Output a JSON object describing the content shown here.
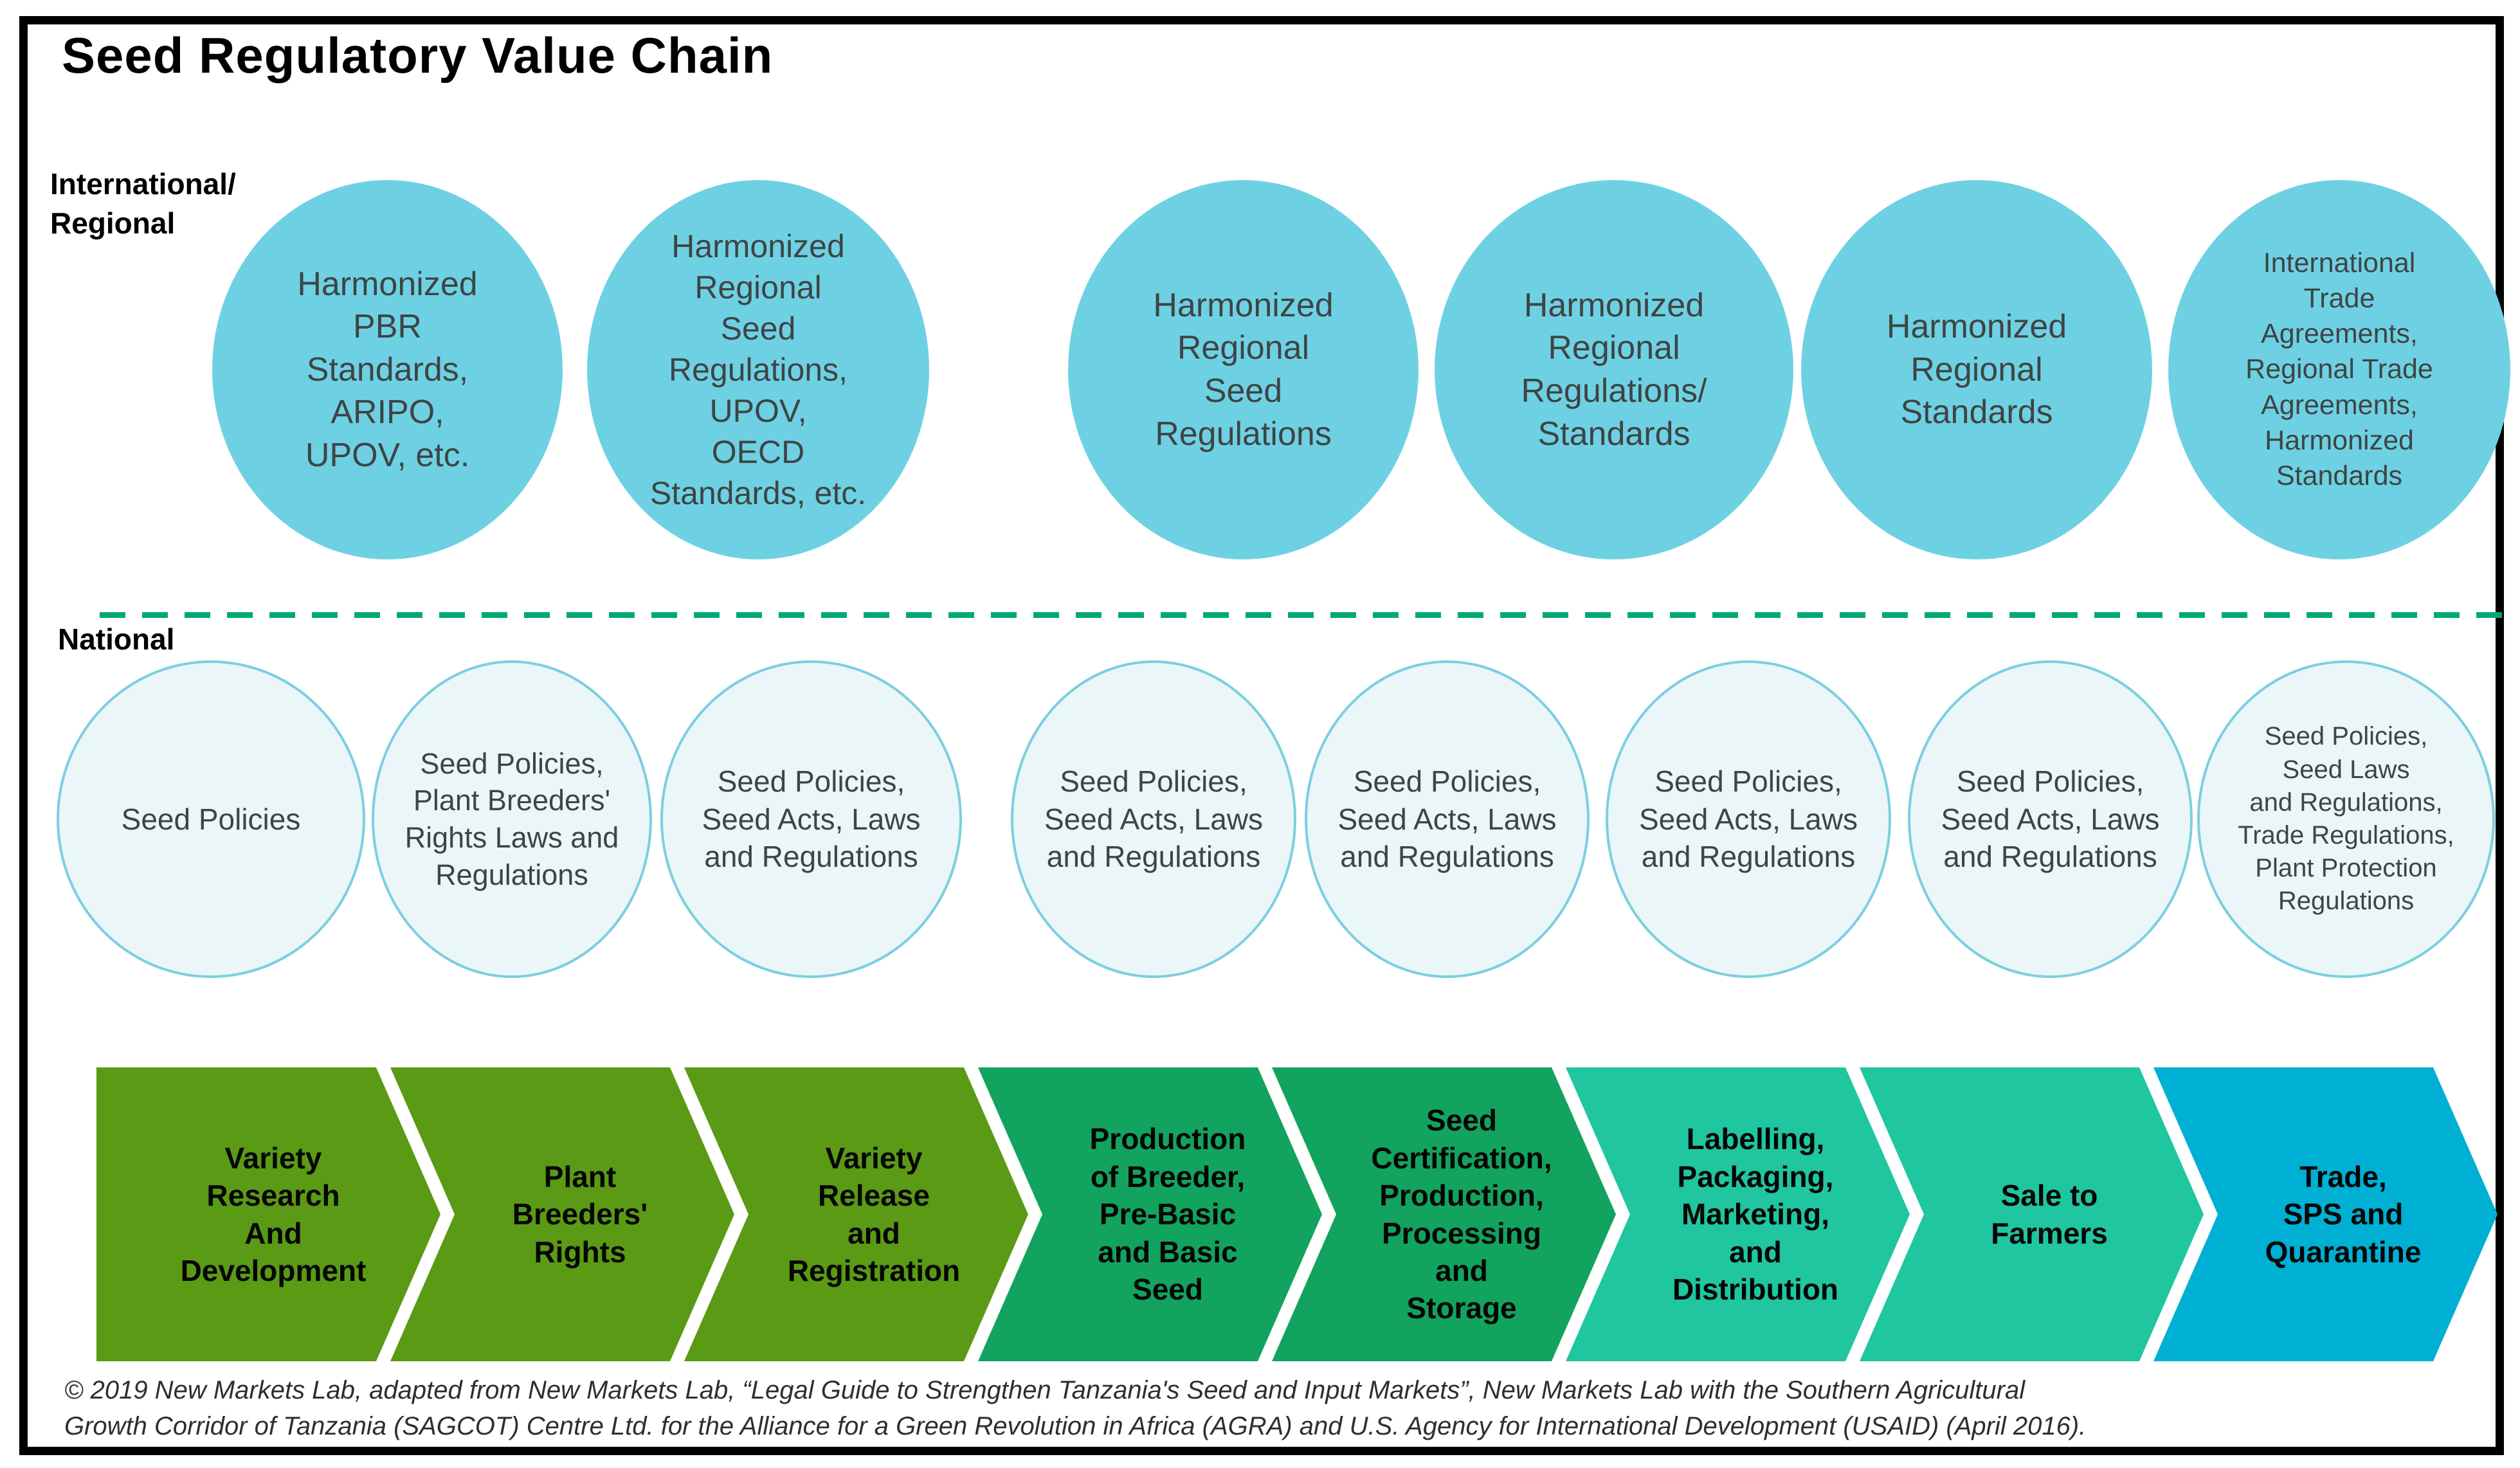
{
  "title": "Seed Regulatory Value Chain",
  "row_labels": {
    "international": "International/\nRegional",
    "national": "National"
  },
  "international_circles": [
    {
      "text": "Harmonized\nPBR\nStandards,\nARIPO,\nUPOV, etc."
    },
    {
      "text": "Harmonized\nRegional\nSeed\nRegulations,\nUPOV,\nOECD\nStandards, etc."
    },
    {
      "text": "Harmonized\nRegional\nSeed\nRegulations"
    },
    {
      "text": "Harmonized\nRegional\nRegulations/\nStandards"
    },
    {
      "text": "Harmonized\nRegional\nStandards"
    },
    {
      "text": "International\nTrade\nAgreements,\nRegional Trade\nAgreements,\nHarmonized\nStandards"
    }
  ],
  "national_circles": [
    {
      "text": "Seed Policies"
    },
    {
      "text": "Seed Policies,\nPlant Breeders'\nRights Laws and\nRegulations"
    },
    {
      "text": "Seed Policies,\nSeed Acts, Laws\nand Regulations"
    },
    {
      "text": "Seed Policies,\nSeed Acts, Laws\nand Regulations"
    },
    {
      "text": "Seed Policies,\nSeed Acts, Laws\nand Regulations"
    },
    {
      "text": "Seed Policies,\nSeed Acts, Laws\nand Regulations"
    },
    {
      "text": "Seed Policies,\nSeed Acts, Laws\nand Regulations"
    },
    {
      "text": "Seed Policies,\nSeed Laws\nand Regulations,\nTrade Regulations,\nPlant Protection\nRegulations"
    }
  ],
  "process_arrows": [
    {
      "label": "Variety\nResearch\nAnd\nDevelopment",
      "color": "#5b9a14"
    },
    {
      "label": "Plant\nBreeders'\nRights",
      "color": "#5b9a14"
    },
    {
      "label": "Variety\nRelease\nand\nRegistration",
      "color": "#5b9a14"
    },
    {
      "label": "Production\nof Breeder,\nPre-Basic\nand Basic\nSeed",
      "color": "#12a35e"
    },
    {
      "label": "Seed\nCertification,\nProduction,\nProcessing\nand\nStorage",
      "color": "#12a35e"
    },
    {
      "label": "Labelling,\nPackaging,\nMarketing,\nand\nDistribution",
      "color": "#1fc6a0"
    },
    {
      "label": "Sale to\nFarmers",
      "color": "#1fc6a0"
    },
    {
      "label": "Trade,\nSPS and\nQuarantine",
      "color": "#00afd4"
    }
  ],
  "footer": "© 2019 New Markets Lab, adapted from New Markets Lab, “Legal Guide to Strengthen Tanzania's Seed and Input Markets”, New Markets Lab with the Southern Agricultural\nGrowth Corridor of Tanzania (SAGCOT)  Centre Ltd. for the Alliance for a Green Revolution in Africa (AGRA) and U.S. Agency for International Development (USAID)  (April 2016).",
  "colors": {
    "international_circle_fill": "#6ed1e3",
    "national_circle_fill": "#eaf6f8",
    "national_circle_border": "#7bcfe0",
    "divider_dash_green": "#00a878",
    "arrow_green": "#5b9a14",
    "arrow_emerald": "#12a35e",
    "arrow_teal": "#1fc6a0",
    "arrow_blue": "#00afd4",
    "circle_text": "#3f4444"
  }
}
